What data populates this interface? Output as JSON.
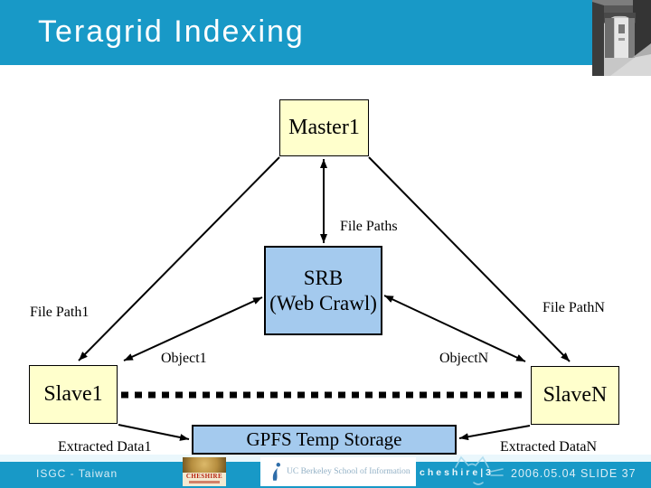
{
  "header": {
    "title": "Teragrid Indexing"
  },
  "nodes": {
    "master": "Master1",
    "srb_line1": "SRB",
    "srb_line2": "(Web Crawl)",
    "slave1": "Slave1",
    "slaveN": "SlaveN",
    "gpfs": "GPFS Temp Storage"
  },
  "labels": {
    "file_paths": "File Paths",
    "file_path1": "File Path1",
    "file_pathN": "File PathN",
    "object1": "Object1",
    "objectN": "ObjectN",
    "extracted_data1": "Extracted Data1",
    "extracted_dataN": "Extracted DataN"
  },
  "footer": {
    "venue": "ISGC - Taiwan",
    "cheshire_logo": "CHESHIRE",
    "berkeley": "UC Berkeley School of Information",
    "cheshire3": "cheshire|3",
    "date_slide": "2006.05.04 SLIDE 37"
  },
  "colors": {
    "band_cyan": "#1899C7",
    "node_yellow": "#FFFFCC",
    "node_blue": "#A4CAEE",
    "line_black": "#000000"
  }
}
